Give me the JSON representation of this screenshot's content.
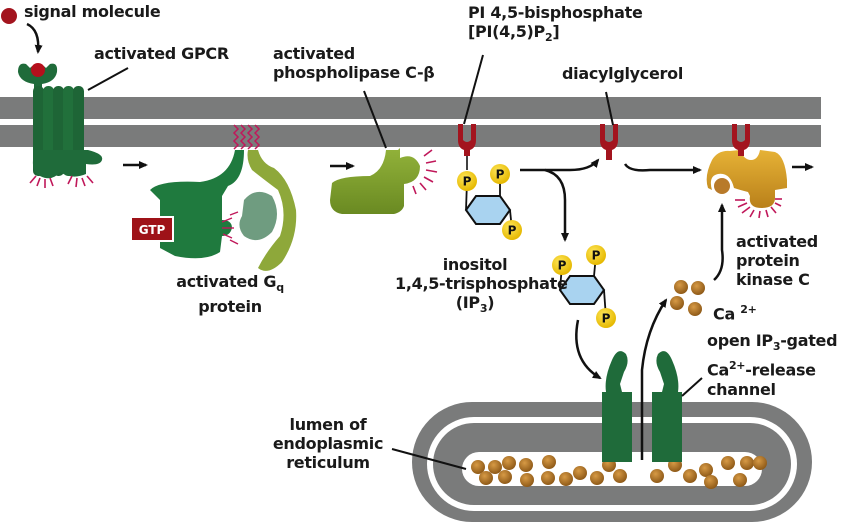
{
  "title": "IP3 / DAG signaling pathway via Gq-coupled receptor",
  "colors": {
    "membrane": "#7a7b7b",
    "receptor_green": "#1f6b3a",
    "gq_alpha_green": "#1f7a3e",
    "gq_beta": "#6f9c80",
    "gq_gamma": "#8ea83a",
    "plc_green": "#7f9e2e",
    "pip2_red": "#a3141e",
    "phosphate_yellow": "#f3cc1a",
    "inositol_blue": "#a9d3f0",
    "pkc_gold": "#d29b1f",
    "calcium_brown": "#b87a2a",
    "activation_ray": "#c0185a",
    "gtp_badge": "#9e1218",
    "arrow": "#111111"
  },
  "labels": {
    "signal_molecule": "signal molecule",
    "activated_gpcr": "activated GPCR",
    "activated_gq_line1": "activated G",
    "activated_gq_sub": "q",
    "activated_gq_line2": "protein",
    "plc_line1": "activated",
    "plc_line2": "phospholipase C-β",
    "pip2_line1": "PI 4,5-bisphosphate",
    "pip2_line2_pre": "[PI(4,5)P",
    "pip2_line2_sub": "2",
    "pip2_line2_post": "]",
    "dag": "diacylglycerol",
    "ip3_line1": "inositol",
    "ip3_line2": "1,4,5-trisphosphate",
    "ip3_line3_pre": "(IP",
    "ip3_line3_sub": "3",
    "ip3_line3_post": ")",
    "pkc_line1": "activated",
    "pkc_line2": "protein",
    "pkc_line3": "kinase C",
    "ca_pre": "Ca",
    "ca_sup": "2+",
    "channel_line1_pre": "open IP",
    "channel_line1_sub": "3",
    "channel_line1_post": "-gated",
    "channel_line2_pre": "Ca",
    "channel_line2_sup": "2+",
    "channel_line2_post": "-release",
    "channel_line3": "channel",
    "er_line1": "lumen of",
    "er_line2": "endoplasmic",
    "er_line3": "reticulum",
    "gtp": "GTP",
    "phosphate": "P"
  }
}
